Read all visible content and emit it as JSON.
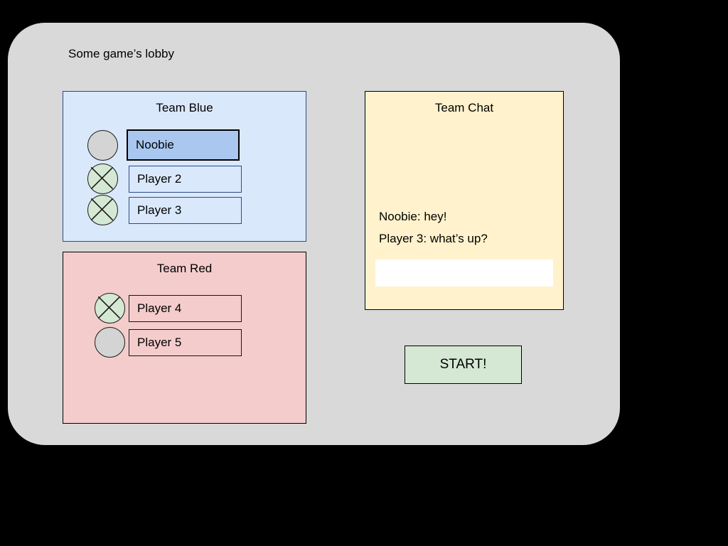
{
  "window": {
    "title": "Some game’s lobby",
    "background_color": "#d9d9d9",
    "page_background_color": "#000000"
  },
  "teams": [
    {
      "id": "blue",
      "title": "Team Blue",
      "panel_color": "#dae8fc",
      "border_color": "#2b4a8b",
      "players": [
        {
          "name": "Noobie",
          "status_icon": "circle-icon",
          "status": "idle",
          "selected": true
        },
        {
          "name": "Player 2",
          "status_icon": "circle-x-ready-icon",
          "status": "ready",
          "selected": false
        },
        {
          "name": "Player 3",
          "status_icon": "circle-x-ready-icon",
          "status": "ready",
          "selected": false
        }
      ]
    },
    {
      "id": "red",
      "title": "Team Red",
      "panel_color": "#f4cccc",
      "border_color": "#000000",
      "players": [
        {
          "name": "Player 4",
          "status_icon": "circle-x-ready-icon",
          "status": "ready",
          "selected": false
        },
        {
          "name": "Player 5",
          "status_icon": "circle-icon",
          "status": "idle",
          "selected": false
        }
      ]
    }
  ],
  "chat": {
    "title": "Team Chat",
    "panel_color": "#fff2cc",
    "messages": [
      "Noobie: hey!",
      "Player 3: what’s up?"
    ],
    "input": {
      "value": "",
      "placeholder": ""
    }
  },
  "start_button": {
    "label": "START!",
    "color": "#d5e8d4"
  }
}
